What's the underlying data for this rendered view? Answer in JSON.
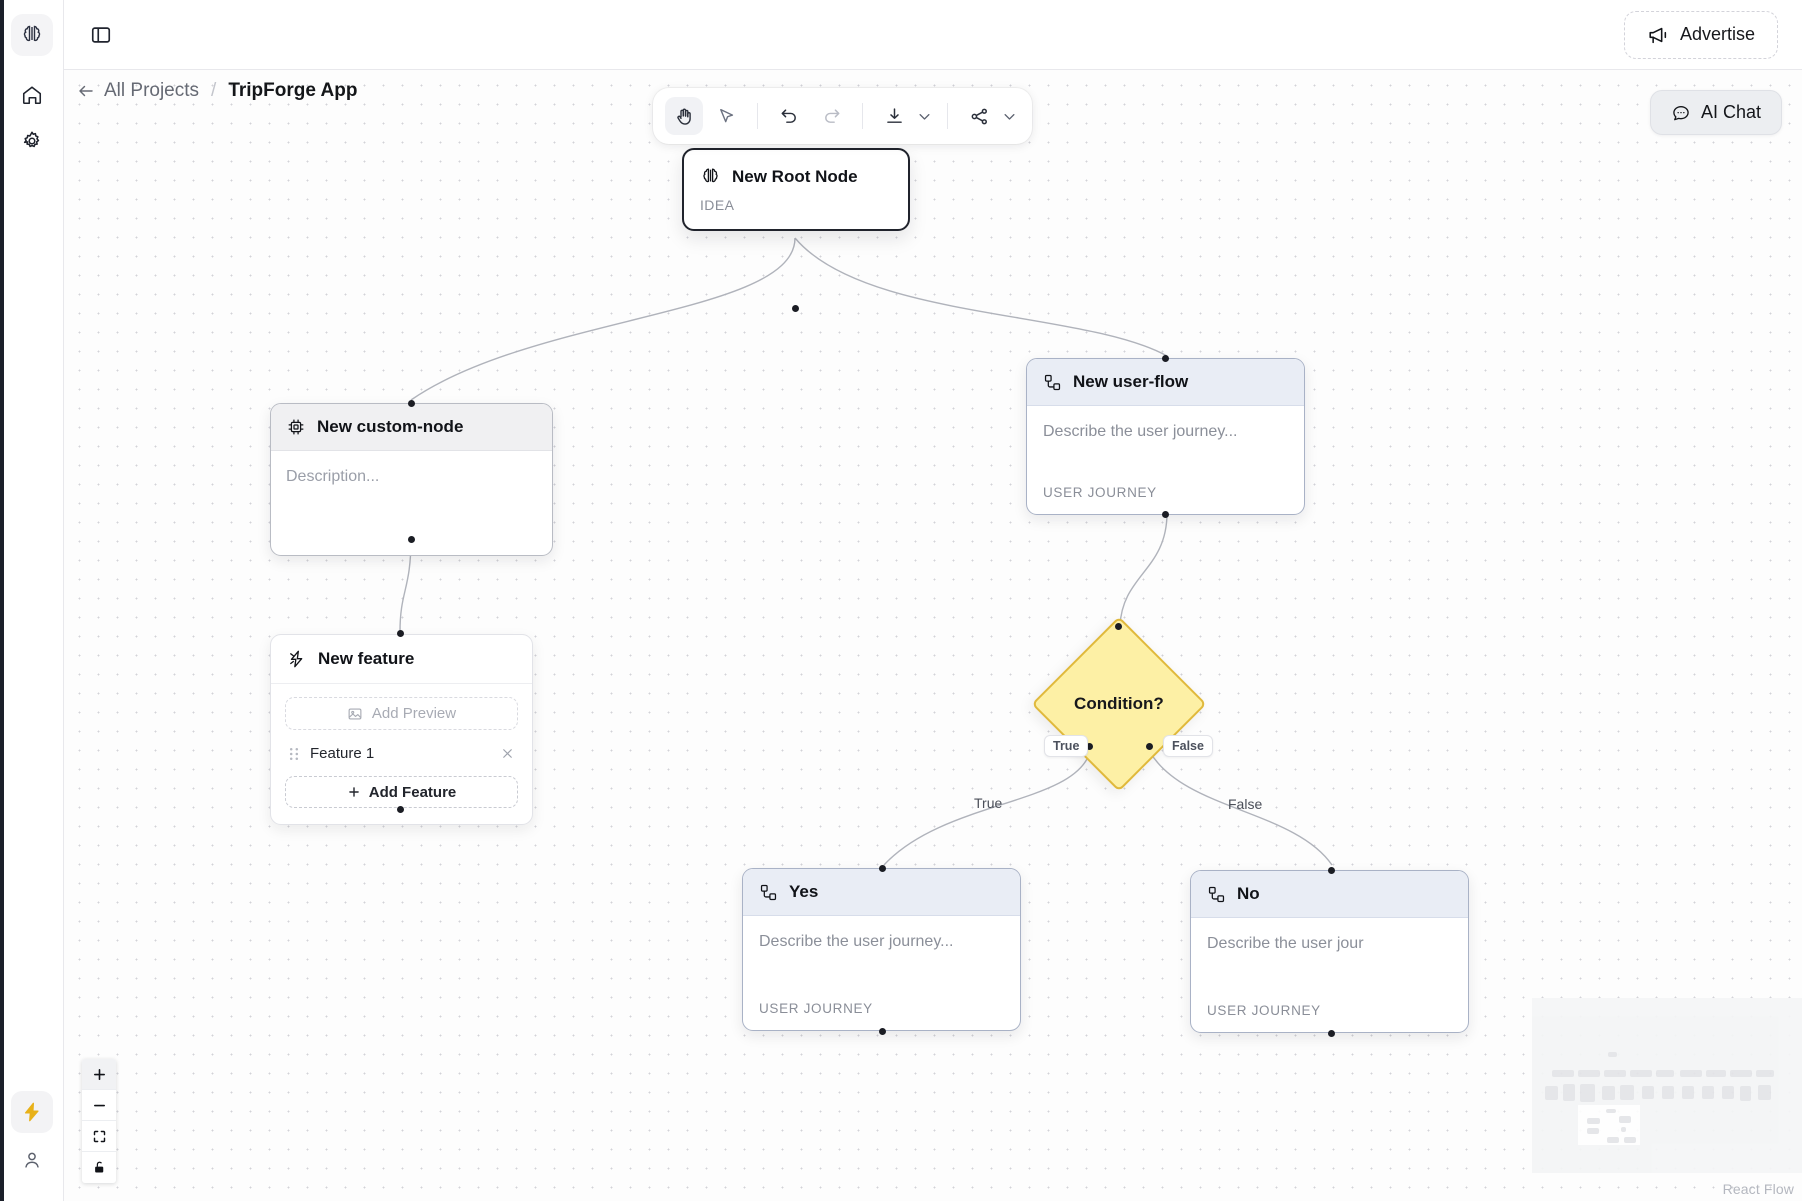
{
  "rail": {
    "logo_icon": "brain-logo-icon",
    "items": [
      {
        "name": "home",
        "icon": "home-icon"
      },
      {
        "name": "settings",
        "icon": "gear-icon"
      }
    ],
    "bottom_items": [
      {
        "name": "upgrade",
        "icon": "lightning-bolt-icon",
        "color": "#e8b119"
      },
      {
        "name": "account",
        "icon": "user-icon"
      }
    ]
  },
  "topbar": {
    "panel_toggle_icon": "sidebar-panel-icon",
    "advertise_label": "Advertise",
    "advertise_icon": "megaphone-icon"
  },
  "breadcrumb": {
    "back_label": "All Projects",
    "back_icon": "arrow-left-icon",
    "separator": "/",
    "current": "TripForge App"
  },
  "toolbar": {
    "items": [
      {
        "name": "pan-tool",
        "icon": "hand-icon",
        "active": true
      },
      {
        "name": "select-tool",
        "icon": "cursor-arrow-icon",
        "active": false
      },
      {
        "name": "undo",
        "icon": "undo-arrow-icon",
        "active": false
      },
      {
        "name": "redo",
        "icon": "redo-arrow-icon",
        "active": false
      },
      {
        "name": "download",
        "icon": "download-icon",
        "active": false
      },
      {
        "name": "share",
        "icon": "share-nodes-icon",
        "active": false
      }
    ],
    "caret_icon": "chevron-down-icon"
  },
  "ai_chat": {
    "label": "AI Chat",
    "icon": "chat-bubble-icon"
  },
  "nodes": {
    "root": {
      "title": "New Root Node",
      "kind": "IDEA",
      "icon": "brain-icon"
    },
    "custom": {
      "title": "New custom-node",
      "icon": "cpu-chip-icon",
      "description_placeholder": "Description..."
    },
    "feature": {
      "title": "New feature",
      "icon": "lightning-bolt-icon",
      "add_preview_label": "Add Preview",
      "add_preview_icon": "image-icon",
      "features": [
        {
          "label": "Feature 1",
          "drag_icon": "drag-handle-icon",
          "remove_icon": "close-icon"
        }
      ],
      "add_feature_label": "Add Feature",
      "add_feature_icon": "plus-icon"
    },
    "user_flow": {
      "title": "New user-flow",
      "icon": "workflow-icon",
      "description_placeholder": "Describe the user journey...",
      "kind": "USER JOURNEY"
    },
    "condition": {
      "title": "Condition?",
      "true_badge": "True",
      "false_badge": "False",
      "color": "#fdf0a5",
      "border_color": "#e0b93c"
    },
    "yes": {
      "title": "Yes",
      "icon": "workflow-icon",
      "description_placeholder": "Describe the user journey...",
      "kind": "USER JOURNEY"
    },
    "no": {
      "title": "No",
      "icon": "workflow-icon",
      "description_placeholder": "Describe the user jour",
      "kind": "USER JOURNEY"
    }
  },
  "edges": [
    {
      "from": "root",
      "to": "custom",
      "label": ""
    },
    {
      "from": "root",
      "to": "user_flow",
      "label": ""
    },
    {
      "from": "custom",
      "to": "feature",
      "label": ""
    },
    {
      "from": "user_flow",
      "to": "condition",
      "label": ""
    },
    {
      "from": "condition",
      "to": "yes",
      "label": "True"
    },
    {
      "from": "condition",
      "to": "no",
      "label": "False"
    }
  ],
  "controls": [
    {
      "name": "zoom-in",
      "icon": "plus-icon"
    },
    {
      "name": "zoom-out",
      "icon": "minus-icon"
    },
    {
      "name": "fit-view",
      "icon": "fit-view-icon"
    },
    {
      "name": "toggle-interactivity",
      "icon": "unlock-icon"
    }
  ],
  "attribution": "React Flow"
}
